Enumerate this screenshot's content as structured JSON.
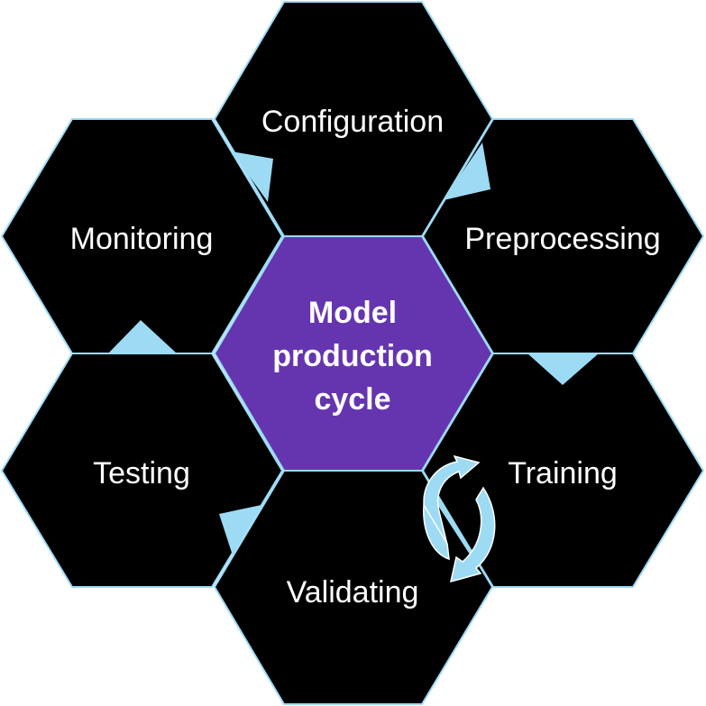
{
  "diagram": {
    "center": {
      "lines": [
        "Model",
        "production",
        "cycle"
      ],
      "fill": "#6535B0"
    },
    "stages": [
      {
        "key": "configuration",
        "label": "Configuration"
      },
      {
        "key": "preprocessing",
        "label": "Preprocessing"
      },
      {
        "key": "training",
        "label": "Training"
      },
      {
        "key": "validating",
        "label": "Validating"
      },
      {
        "key": "testing",
        "label": "Testing"
      },
      {
        "key": "monitoring",
        "label": "Monitoring"
      }
    ],
    "colors": {
      "hex_fill": "#000000",
      "hex_stroke": "#9DDBF5",
      "arrow": "#9DDBF5",
      "text": "#FFFFFF"
    }
  }
}
